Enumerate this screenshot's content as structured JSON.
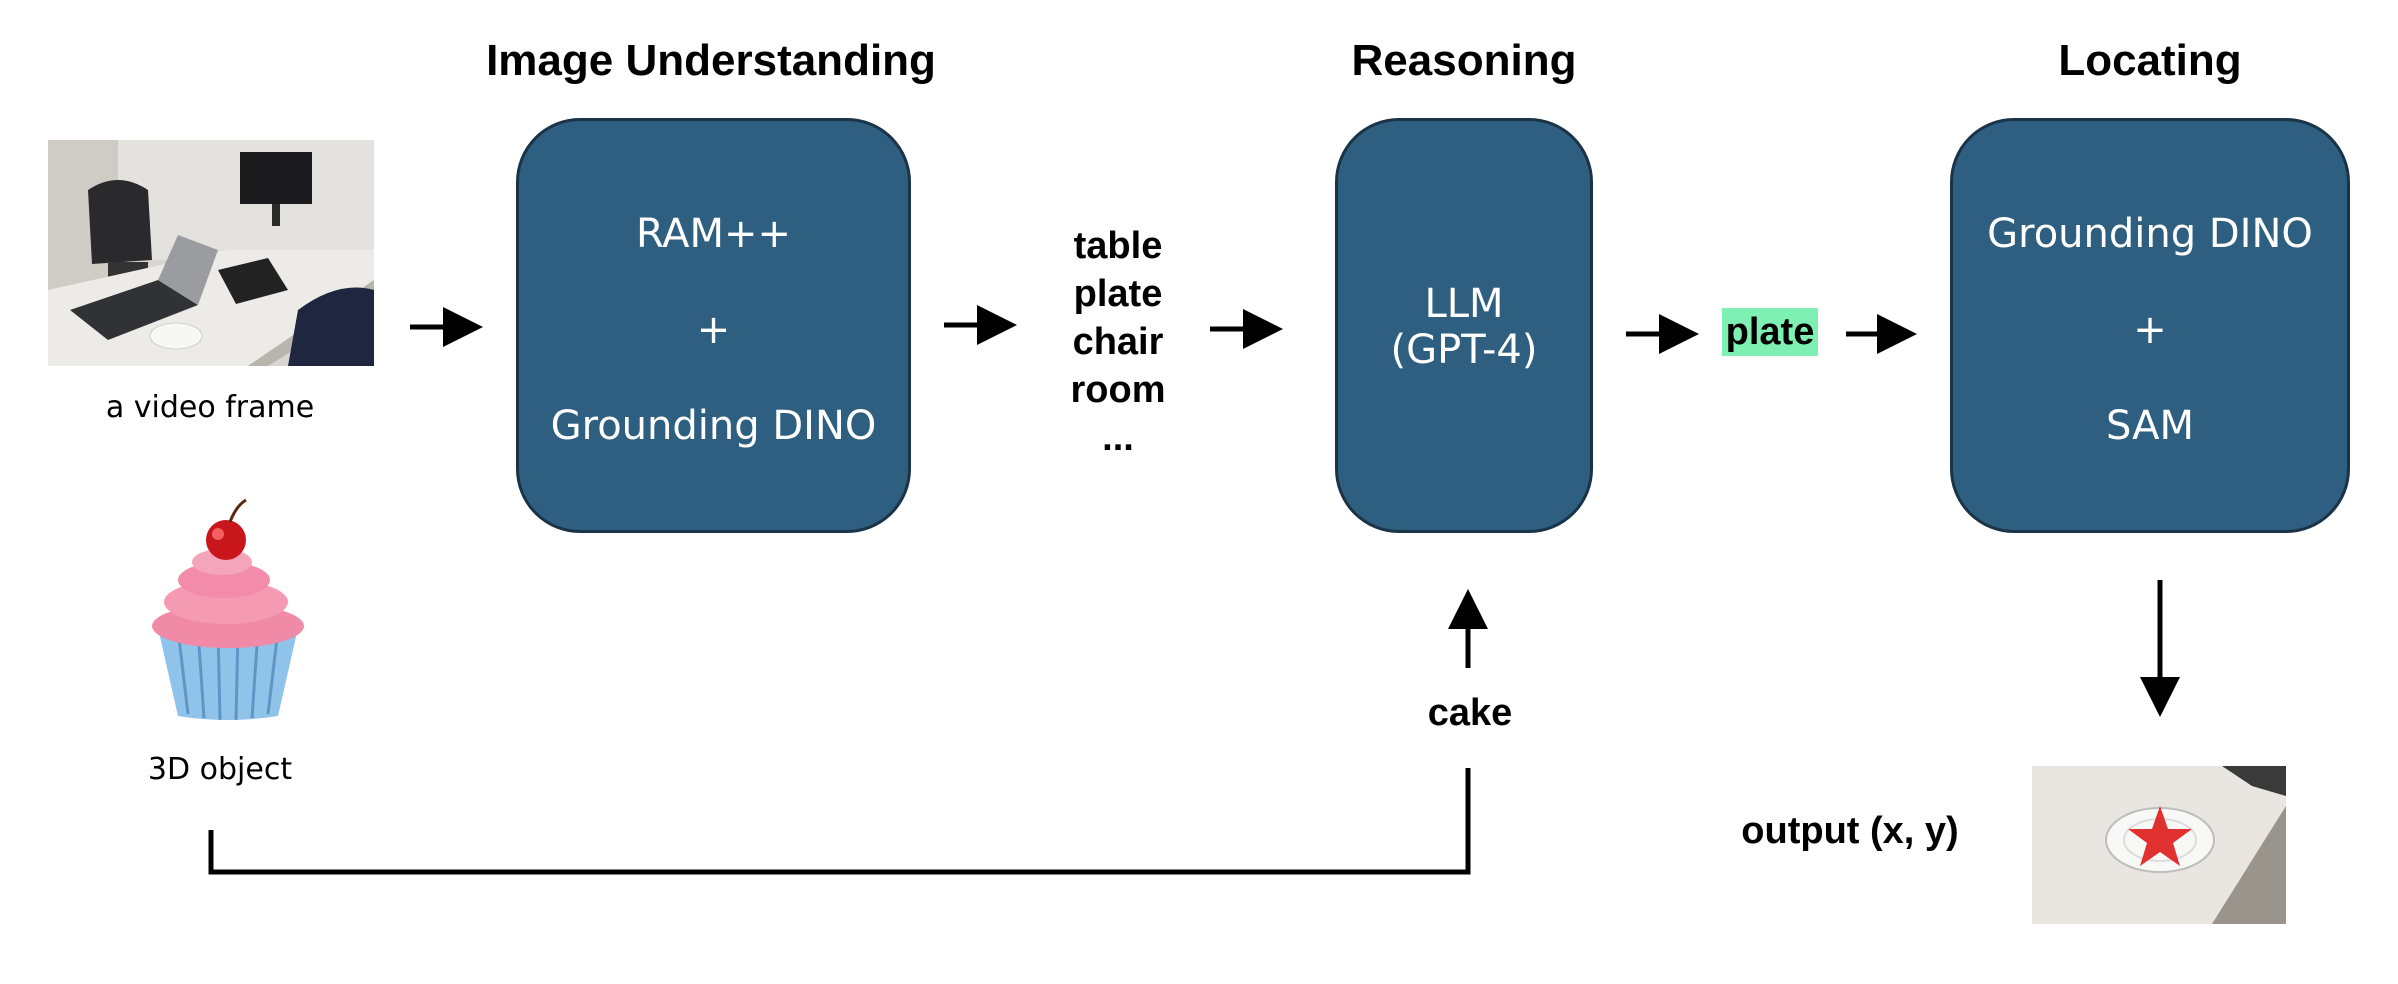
{
  "titles": {
    "image_understanding": "Image Understanding",
    "reasoning": "Reasoning",
    "locating": "Locating"
  },
  "inputs": {
    "video_frame_caption": "a video frame",
    "object_caption": "3D object"
  },
  "boxes": {
    "image_understanding": {
      "line1": "RAM++",
      "line2": "+",
      "line3": "Grounding DINO"
    },
    "reasoning": {
      "line1": "LLM",
      "line2": "(GPT-4)"
    },
    "locating": {
      "line1": "Grounding DINO",
      "line2": "+",
      "line3": "SAM"
    }
  },
  "detected_tags": [
    "table",
    "plate",
    "chair",
    "room",
    "..."
  ],
  "selected_object": "plate",
  "query_object": "cake",
  "output_label": "output (x, y)",
  "colors": {
    "box_fill": "#2f5f80",
    "highlight": "#7ef0b4",
    "star": "#e03030"
  }
}
